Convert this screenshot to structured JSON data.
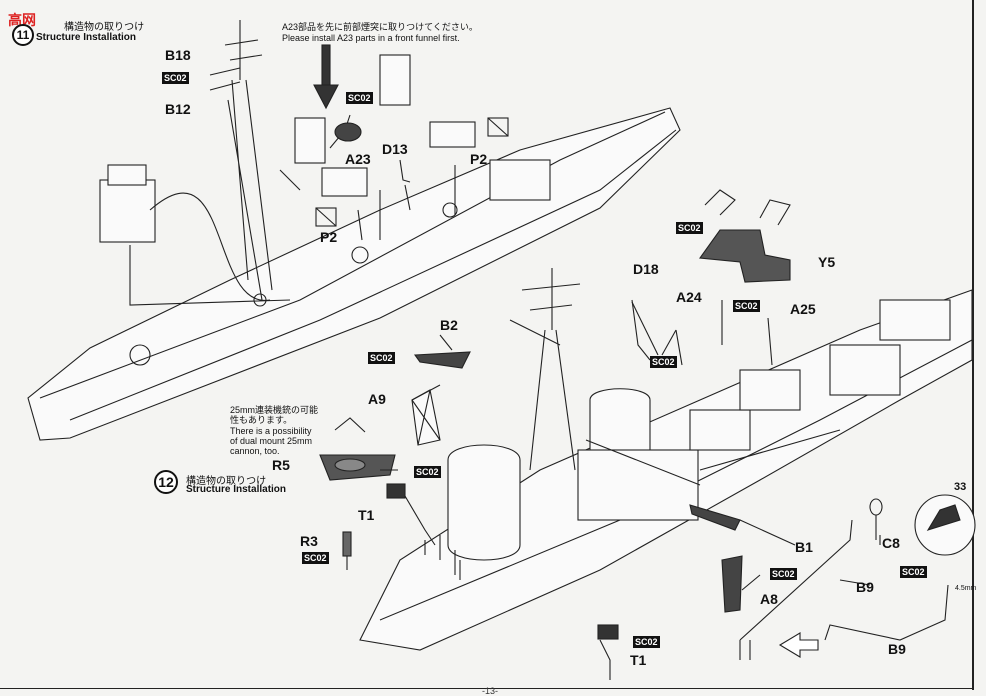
{
  "watermark": {
    "text": "高网"
  },
  "step11": {
    "title_jp": "構造物の取りつけ",
    "title_en": "Structure Installation",
    "note_jp": "A23部品を先に前部煙突に取りつけてください。",
    "note_en": "Please install A23 parts in a front funnel first."
  },
  "step12": {
    "number": "12",
    "title_jp": "構造物の取りつけ",
    "title_en": "Structure Installation",
    "note_jp_1": "25mm連装機銃の可能",
    "note_jp_2": "性もあります。",
    "note_en_1": "There is a possibility",
    "note_en_2": "of dual mount 25mm",
    "note_en_3": "cannon, too."
  },
  "labels": {
    "b18": "B18",
    "b12": "B12",
    "a23": "A23",
    "d13": "D13",
    "p2a": "P2",
    "p2b": "P2",
    "y5": "Y5",
    "d18": "D18",
    "a24": "A24",
    "a25": "A25",
    "b2": "B2",
    "a9": "A9",
    "r5": "R5",
    "t1a": "T1",
    "r3": "R3",
    "b1": "B1",
    "c8": "C8",
    "a8": "A8",
    "b9a": "B9",
    "b9b": "B9",
    "t1b": "T1",
    "n33": "33",
    "dim": "4.5mm"
  },
  "sc02": "SC02",
  "page_number": "-13-"
}
